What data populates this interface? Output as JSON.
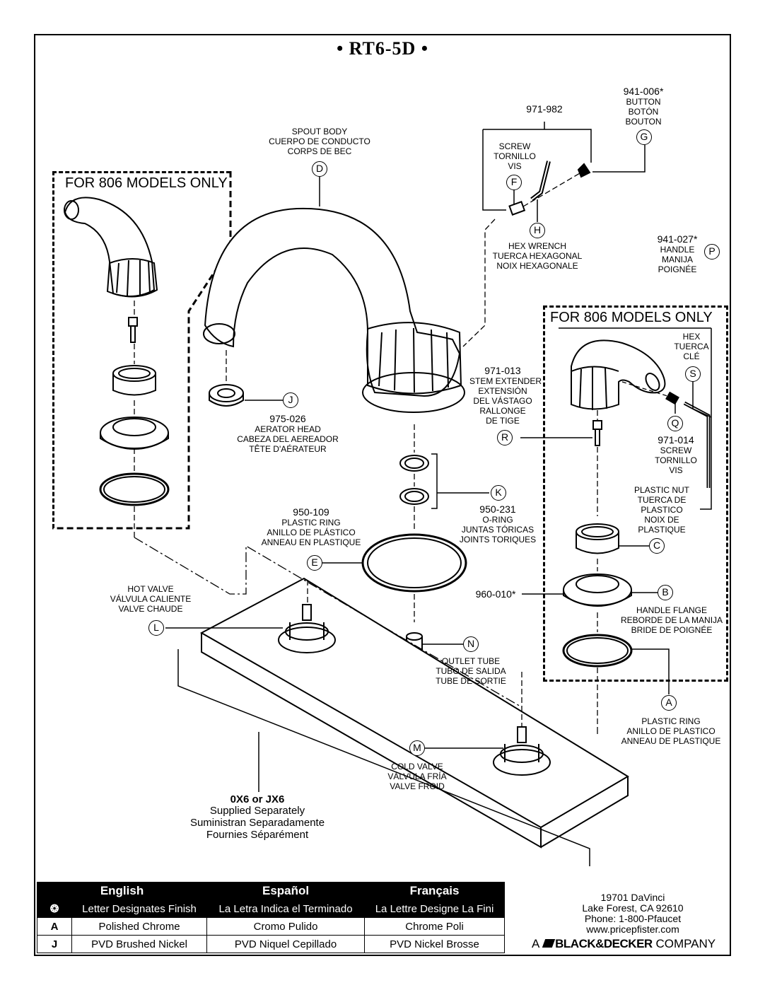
{
  "title": "• RT6-5D •",
  "box_left": {
    "heading": "FOR 806 MODELS ONLY"
  },
  "box_right": {
    "heading": "FOR 806 MODELS ONLY"
  },
  "parts": {
    "D": {
      "letter": "D",
      "en": "SPOUT BODY",
      "es": "CUERPO DE CONDUCTO",
      "fr": "CORPS DE BEC"
    },
    "kit": {
      "num": "971-982"
    },
    "F": {
      "letter": "F",
      "en": "SCREW",
      "es": "TORNILLO",
      "fr": "VIS"
    },
    "H": {
      "letter": "H",
      "en": "HEX WRENCH",
      "es": "TUERCA HEXAGONAL",
      "fr": "NOIX HEXAGONALE"
    },
    "G": {
      "letter": "G",
      "num": "941-006*",
      "en": "BUTTON",
      "es": "BOTÓN",
      "fr": "BOUTON"
    },
    "P": {
      "letter": "P",
      "num": "941-027*",
      "en": "HANDLE",
      "es": "MANIJA",
      "fr": "POIGNÉE"
    },
    "S": {
      "letter": "S",
      "en": "HEX",
      "es": "TUERCA",
      "fr": "CLÉ"
    },
    "Q": {
      "letter": "Q",
      "num": "971-014",
      "en": "SCREW",
      "es": "TORNILLO",
      "fr": "VIS"
    },
    "R": {
      "letter": "R",
      "num": "971-013",
      "en": "STEM EXTENDER",
      "es": "EXTENSIÓN",
      "es2": "DEL VÁSTAGO",
      "fr": "RALLONGE",
      "fr2": "DE TIGE"
    },
    "J": {
      "letter": "J",
      "num": "975-026",
      "en": "AERATOR HEAD",
      "es": "CABEZA DEL AEREADOR",
      "fr": "TÊTE D'AÉRATEUR"
    },
    "K": {
      "letter": "K",
      "num": "950-231",
      "en": "O-RING",
      "es": "JUNTAS TÓRICAS",
      "fr": "JOINTS TORIQUES"
    },
    "E": {
      "letter": "E",
      "num": "950-109",
      "en": "PLASTIC RING",
      "es": "ANILLO DE PLÁSTICO",
      "fr": "ANNEAU EN PLASTIQUE"
    },
    "C": {
      "letter": "C",
      "en": "PLASTIC NUT",
      "es": "TUERCA DE",
      "es2": "PLASTICO",
      "fr": "NOIX DE",
      "fr2": "PLASTIQUE"
    },
    "B": {
      "letter": "B",
      "num": "960-010*",
      "en": "HANDLE FLANGE",
      "es": "REBORDE DE LA MANIJA",
      "fr": "BRIDE DE POIGNÉE"
    },
    "L": {
      "letter": "L",
      "en": "HOT VALVE",
      "es": "VÁLVULA CALIENTE",
      "fr": "VALVE CHAUDE"
    },
    "N": {
      "letter": "N",
      "en": "OUTLET TUBE",
      "es": "TUBO DE SALIDA",
      "fr": "TUBE DE SORTIE"
    },
    "A": {
      "letter": "A",
      "en": "PLASTIC RING",
      "es": "ANILLO DE PLASTICO",
      "fr": "ANNEAU DE PLASTIQUE"
    },
    "M": {
      "letter": "M",
      "en": "COLD VALVE",
      "es": "VÁLVULA FRÍA",
      "fr": "VALVE FROID"
    }
  },
  "supplied": {
    "codes": "0X6 or JX6",
    "en": "Supplied Separately",
    "es": "Suministran Separadamente",
    "fr": "Fournies Séparément"
  },
  "finish_table": {
    "headers": [
      "English",
      "Español",
      "Français"
    ],
    "symbol": "❂",
    "subheaders": [
      "Letter Designates Finish",
      "La Letra Indica el Terminado",
      "La Lettre Designe La Fini"
    ],
    "rows": [
      {
        "code": "A",
        "en": "Polished Chrome",
        "es": "Cromo Pulido",
        "fr": "Chrome Poli"
      },
      {
        "code": "J",
        "en": "PVD Brushed Nickel",
        "es": "PVD Niquel Cepillado",
        "fr": "PVD Nickel Brosse"
      }
    ]
  },
  "address": {
    "street": "19701 DaVinci",
    "city": "Lake Forest, CA 92610",
    "phone": "Phone: 1-800-Pfaucet",
    "web": "www.pricepfister.com"
  },
  "company": {
    "pre": "A",
    "brand": "BLACK&DECKER",
    "post": "COMPANY"
  }
}
